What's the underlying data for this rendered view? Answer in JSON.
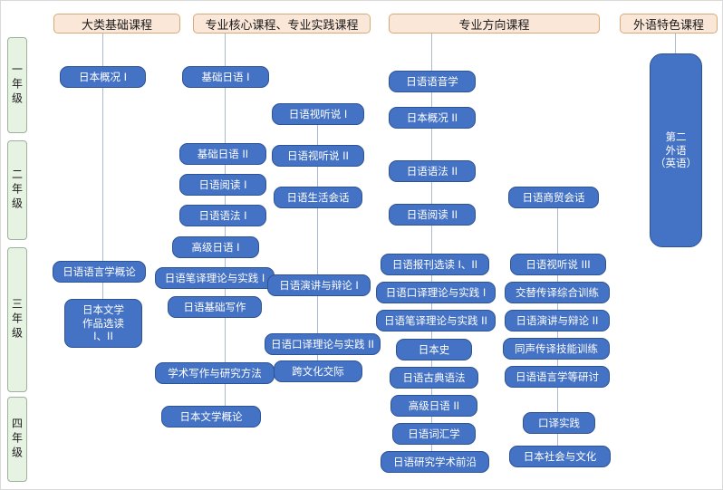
{
  "headers": [
    {
      "label": "大类基础课程"
    },
    {
      "label": "专业核心课程、专业实践课程"
    },
    {
      "label": "专业方向课程"
    },
    {
      "label": "外语特色课程"
    }
  ],
  "years": [
    {
      "label": "一年级"
    },
    {
      "label": "二年级"
    },
    {
      "label": "三年级"
    },
    {
      "label": "四年级"
    }
  ],
  "columns": [
    {
      "group": "大类基础课程",
      "courses": [
        "日本概况 I",
        "日语语言学概论",
        "日本文学\n作品选读\nI、II"
      ]
    },
    {
      "group": "专业核心课程、专业实践课程",
      "courses": [
        "基础日语 I",
        "基础日语 II",
        "日语阅读 I",
        "日语语法 I",
        "高级日语 I",
        "日语笔译理论与实践 I",
        "日语基础写作",
        "学术写作与研究方法",
        "日本文学概论"
      ]
    },
    {
      "group": "专业核心课程、专业实践课程",
      "courses": [
        "日语视听说 I",
        "日语视听说 II",
        "日语生活会话",
        "日语演讲与辩论 I",
        "日语口译理论与实践 II",
        "跨文化交际"
      ]
    },
    {
      "group": "专业方向课程",
      "courses": [
        "日语语音学",
        "日本概况 II",
        "日语语法 II",
        "日语阅读 II",
        "日语报刊选读 I、II",
        "日语口译理论与实践 I",
        "日语笔译理论与实践 II",
        "日本史",
        "日语古典语法",
        "高级日语 II",
        "日语词汇学",
        "日语研究学术前沿"
      ]
    },
    {
      "group": "专业方向课程",
      "courses": [
        "日语商贸会话",
        "日语视听说 III",
        "交替传译综合训练",
        "日语演讲与辩论 II",
        "同声传译技能训练",
        "日语语言学等研讨",
        "口译实践",
        "日本社会与文化"
      ]
    },
    {
      "group": "外语特色课程",
      "courses": [
        "第二\n外语\n（英语）"
      ]
    }
  ],
  "colors": {
    "course_fill": "#4472C4",
    "course_border": "#2E5395",
    "header_fill": "#FBE7D8",
    "header_border": "#D8A878",
    "year_fill": "#E6F2E2",
    "year_border": "#9DB29D",
    "connector": "#AEB8CE"
  }
}
